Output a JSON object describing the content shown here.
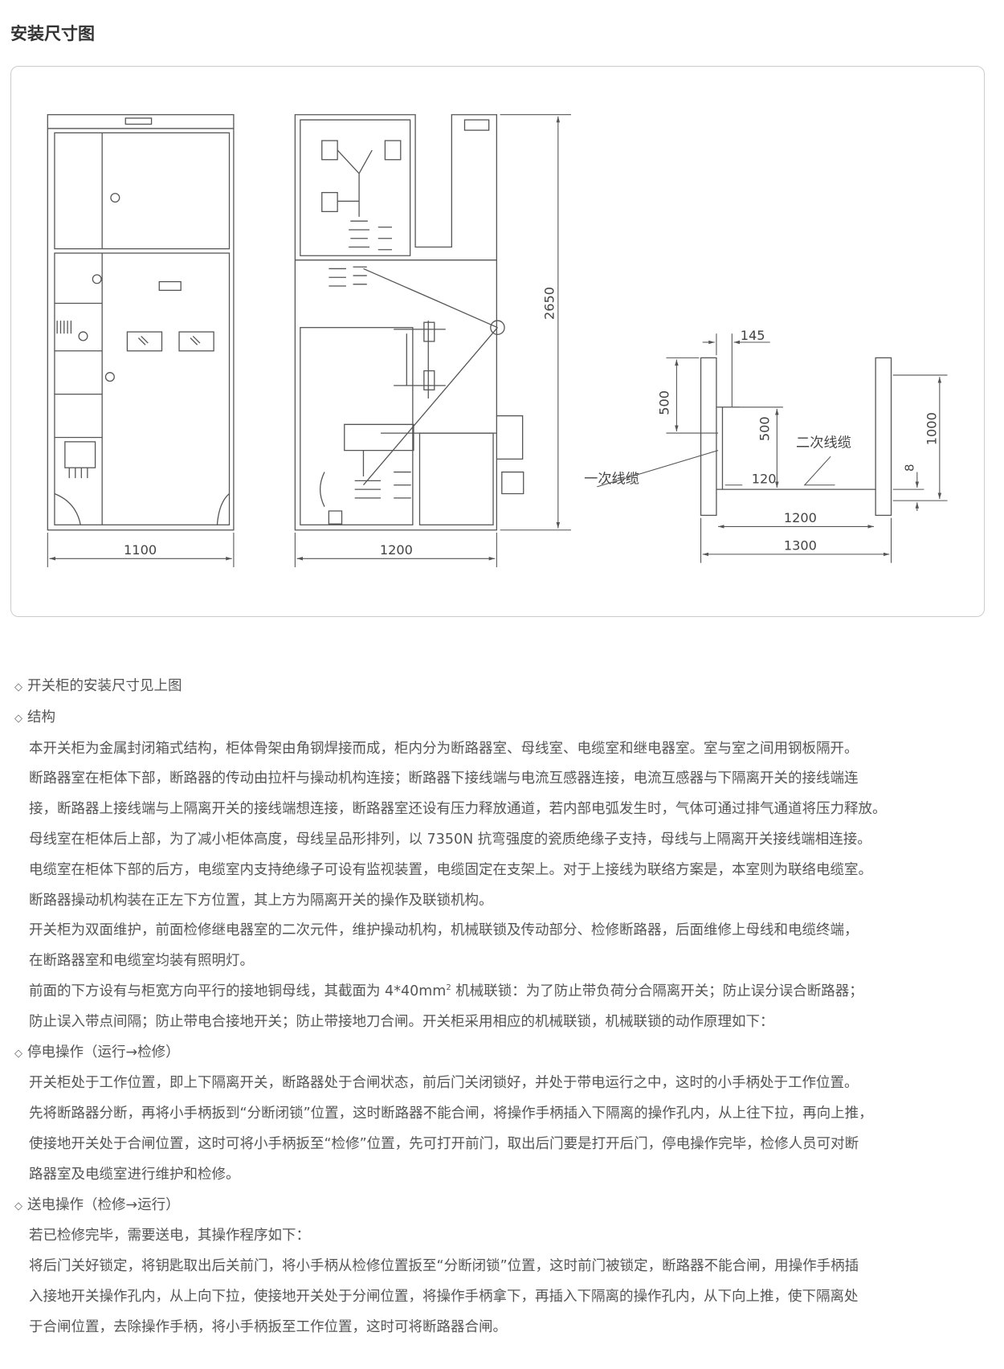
{
  "title": "安装尺寸图",
  "diagram": {
    "dims": {
      "front_width": "1100",
      "side_width": "1200",
      "height": "2650",
      "d145": "145",
      "d500a": "500",
      "d500b": "500",
      "d1000": "1000",
      "d120": "120",
      "d8": "8",
      "d1200": "1200",
      "d1300": "1300"
    },
    "labels": {
      "primary_cable": "一次线缆",
      "secondary_cable": "二次线缆"
    }
  },
  "content": {
    "b1": "开关柜的安装尺寸见上图",
    "b2": "结构",
    "p1": "本开关柜为金属封闭箱式结构，柜体骨架由角钢焊接而成，柜内分为断路器室、母线室、电缆室和继电器室。室与室之间用钢板隔开。",
    "p2": "断路器室在柜体下部，断路器的传动由拉杆与操动机构连接；断路器下接线端与电流互感器连接，电流互感器与下隔离开关的接线端连",
    "p3": "接，断路器上接线端与上隔离开关的接线端想连接，断路器室还设有压力释放通道，若内部电弧发生时，气体可通过排气通道将压力释放。",
    "p4": "母线室在柜体后上部，为了减小柜体高度，母线呈品形排列，以 7350N 抗弯强度的瓷质绝缘子支持，母线与上隔离开关接线端相连接。",
    "p5": "电缆室在柜体下部的后方，电缆室内支持绝缘子可设有监视装置，电缆固定在支架上。对于上接线为联络方案是，本室则为联络电缆室。",
    "p6": "断路器操动机构装在正左下方位置，其上方为隔离开关的操作及联锁机构。",
    "p7": "开关柜为双面维护，前面检修继电器室的二次元件，维护操动机构，机械联锁及传动部分、检修断路器，后面维修上母线和电缆终端，",
    "p8": "在断路器室和电缆室均装有照明灯。",
    "p9a": "前面的下方设有与柜宽方向平行的接地铜母线，其截面为 4*40mm",
    "p9sup": "2",
    "p9b": " 机械联锁：为了防止带负荷分合隔离开关；防止误分误合断路器；",
    "p10": "防止误入带点间隔；防止带电合接地开关；防止带接地刀合闸。开关柜采用相应的机械联锁，机械联锁的动作原理如下：",
    "b3": "停电操作（运行→检修）",
    "p11": "开关柜处于工作位置，即上下隔离开关，断路器处于合闸状态，前后门关闭锁好，并处于带电运行之中，这时的小手柄处于工作位置。",
    "p12": "先将断路器分断，再将小手柄扳到“分断闭锁”位置，这时断路器不能合闸，将操作手柄插入下隔离的操作孔内，从上往下拉，再向上推，",
    "p13": "使接地开关处于合闸位置，这时可将小手柄扳至“检修”位置，先可打开前门，取出后门要是打开后门，停电操作完毕，检修人员可对断",
    "p14": "路器室及电缆室进行维护和检修。",
    "b4": "送电操作（检修→运行）",
    "p15": "若已检修完毕，需要送电，其操作程序如下：",
    "p16": "将后门关好锁定，将钥匙取出后关前门，将小手柄从检修位置扳至“分断闭锁”位置，这时前门被锁定，断路器不能合闸，用操作手柄插",
    "p17": "入接地开关操作孔内，从上向下拉，使接地开关处于分闸位置，将操作手柄拿下，再插入下隔离的操作孔内，从下向上推，使下隔离处",
    "p18": "于合闸位置，去除操作手柄，将小手柄扳至工作位置，这时可将断路器合闸。"
  }
}
